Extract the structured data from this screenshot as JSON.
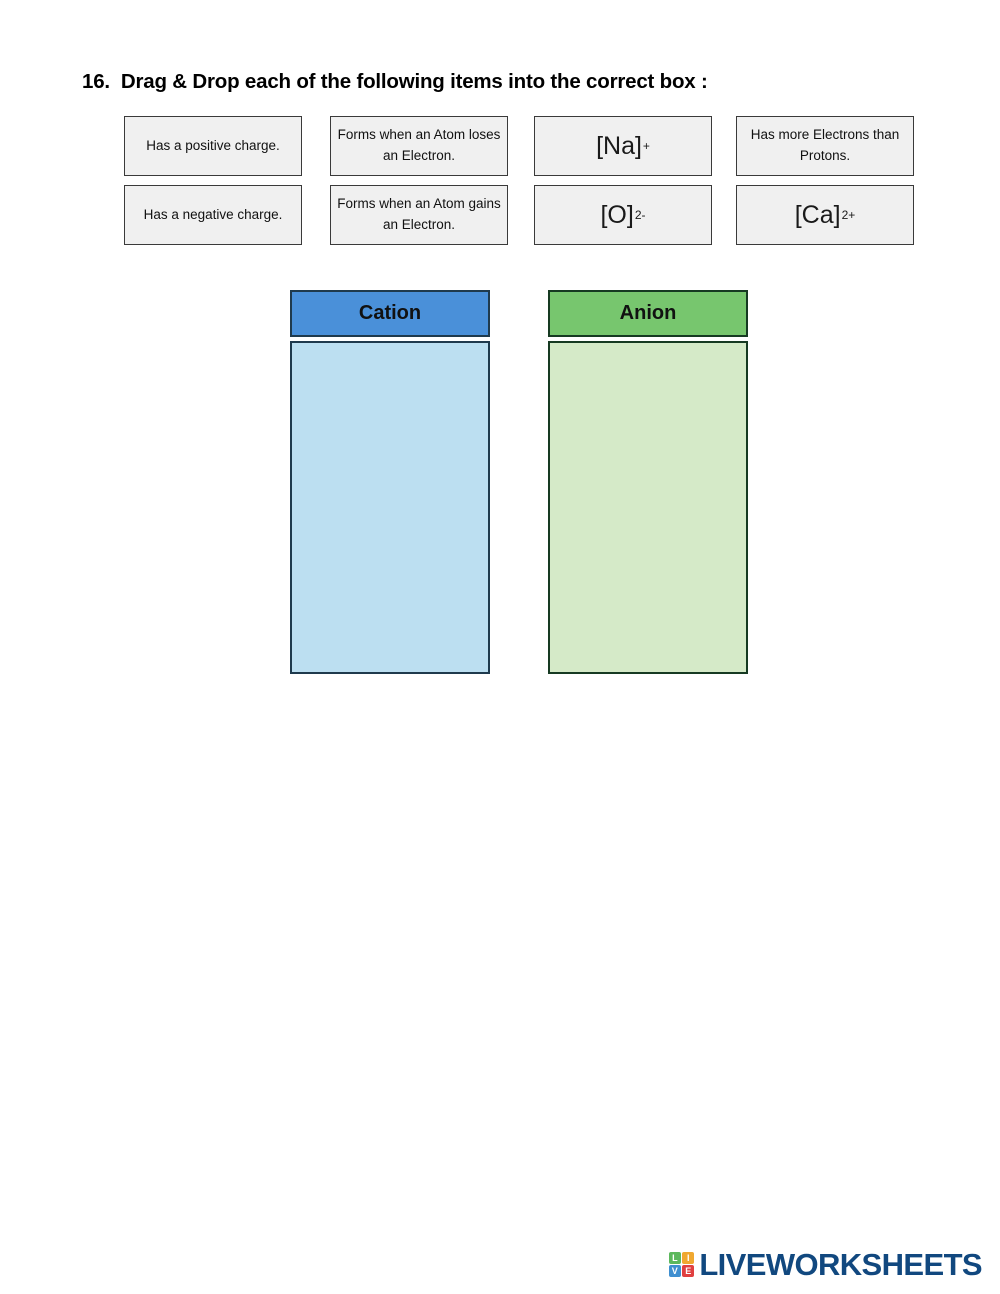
{
  "question": {
    "number": "16.",
    "text": "Drag & Drop each of the following items into the correct box :"
  },
  "drag_items": [
    [
      {
        "name": "has-positive-charge",
        "text": "Has a positive charge.",
        "kind": "text"
      },
      {
        "name": "forms-loses-electron",
        "text": "Forms when an Atom loses an Electron.",
        "kind": "text"
      },
      {
        "name": "sodium-ion",
        "base": "[Na]",
        "sup": "+",
        "kind": "formula"
      },
      {
        "name": "more-electrons-than-protons",
        "text": "Has more Electrons than Protons.",
        "kind": "text"
      }
    ],
    [
      {
        "name": "has-negative-charge",
        "text": "Has a negative charge.",
        "kind": "text"
      },
      {
        "name": "forms-gains-electron",
        "text": "Forms when an Atom gains an Electron.",
        "kind": "text"
      },
      {
        "name": "oxide-ion",
        "base": "[O]",
        "sup": "2-",
        "kind": "formula"
      },
      {
        "name": "calcium-ion",
        "base": "[Ca]",
        "sup": "2+",
        "kind": "formula"
      }
    ]
  ],
  "drop_zones": [
    {
      "name": "cation",
      "label": "Cation",
      "header_color": "#4a90d9",
      "body_color": "#bcdff1",
      "border_color": "#1f3a4d",
      "contents": []
    },
    {
      "name": "anion",
      "label": "Anion",
      "header_color": "#77c66e",
      "body_color": "#d5eac8",
      "border_color": "#163a22",
      "contents": []
    }
  ],
  "footer": {
    "logo_text": "LIVEWORKSHEETS",
    "logo_text_color": "#11487f",
    "tiles": [
      {
        "letter": "L",
        "color": "#5cb85c"
      },
      {
        "letter": "I",
        "color": "#f0a830"
      },
      {
        "letter": "V",
        "color": "#3f8fd0"
      },
      {
        "letter": "E",
        "color": "#e04040"
      }
    ]
  }
}
